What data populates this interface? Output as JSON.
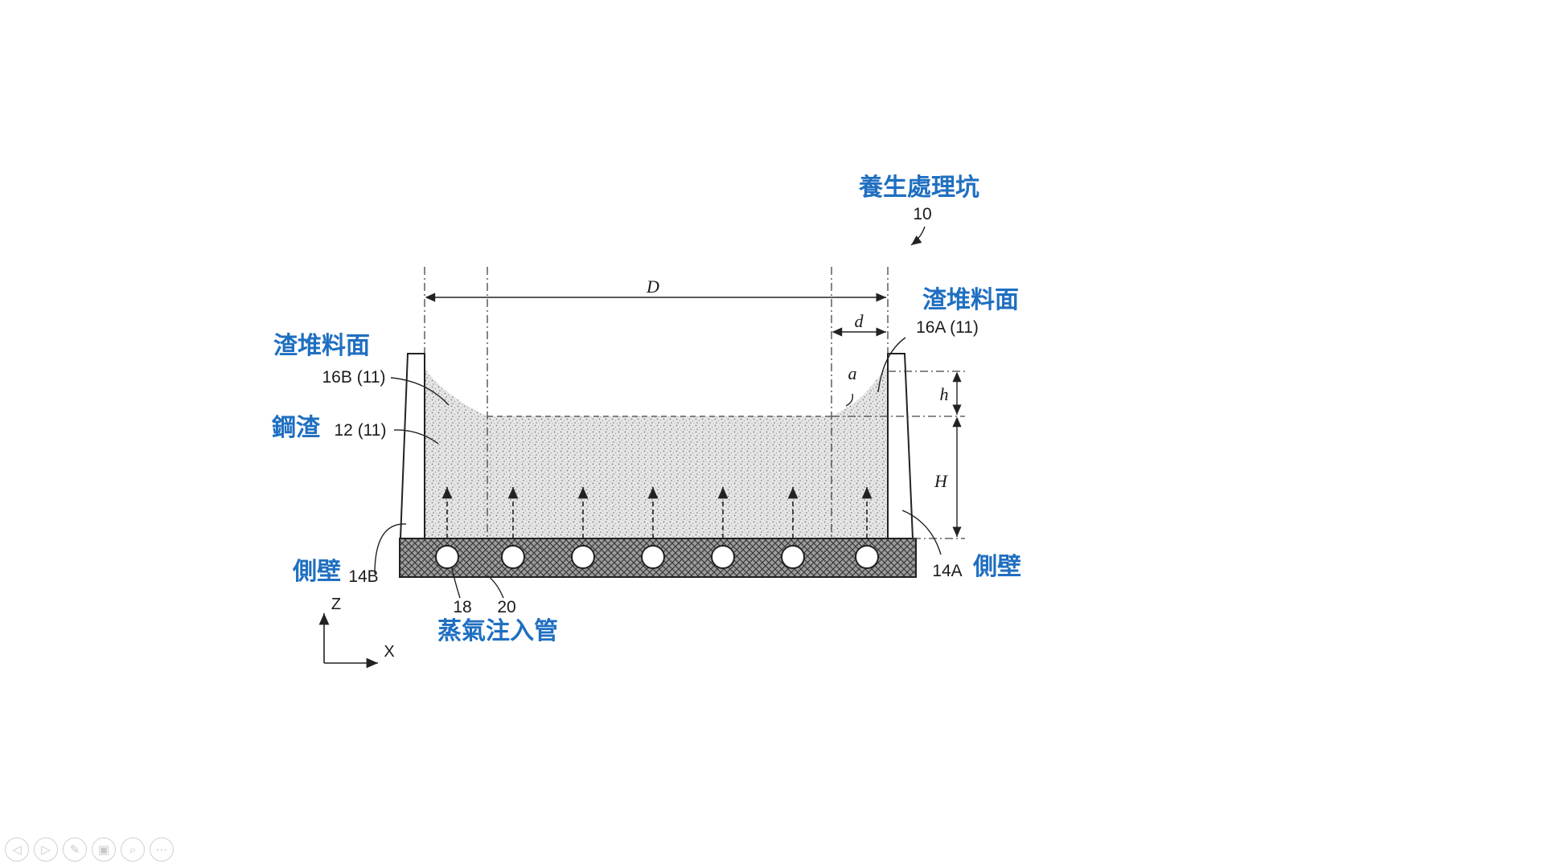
{
  "labels": {
    "pit_title": "養生處理坑",
    "pit_number": "10",
    "dim_D": "D",
    "dim_d": "d",
    "dim_h": "h",
    "dim_H": "H",
    "angle_a": "a",
    "slag_surface_right": "渣堆料面",
    "slag_surface_right_code": "16A (11)",
    "slag_surface_left": "渣堆料面",
    "slag_surface_left_code": "16B (11)",
    "steel_slag": "鋼渣",
    "steel_slag_code": "12 (11)",
    "side_wall_left": "側壁",
    "side_wall_left_code": "14B",
    "side_wall_right": "側壁",
    "side_wall_right_code": "14A",
    "pipe_code_18": "18",
    "pipe_code_20": "20",
    "steam_pipe": "蒸氣注入管",
    "axis_z": "Z",
    "axis_x": "X"
  },
  "colors": {
    "label_blue": "#1f6fc1",
    "line": "#222222",
    "slag_fill": "#d9d9d9",
    "base_fill": "#8a8a8a"
  },
  "toolbar": {
    "buttons": [
      {
        "icon": "prev-icon",
        "glyph": "◁"
      },
      {
        "icon": "next-icon",
        "glyph": "▷"
      },
      {
        "icon": "pen-icon",
        "glyph": "✎"
      },
      {
        "icon": "slides-icon",
        "glyph": "▣"
      },
      {
        "icon": "zoom-icon",
        "glyph": "⌕"
      },
      {
        "icon": "more-icon",
        "glyph": "⋯"
      }
    ]
  }
}
